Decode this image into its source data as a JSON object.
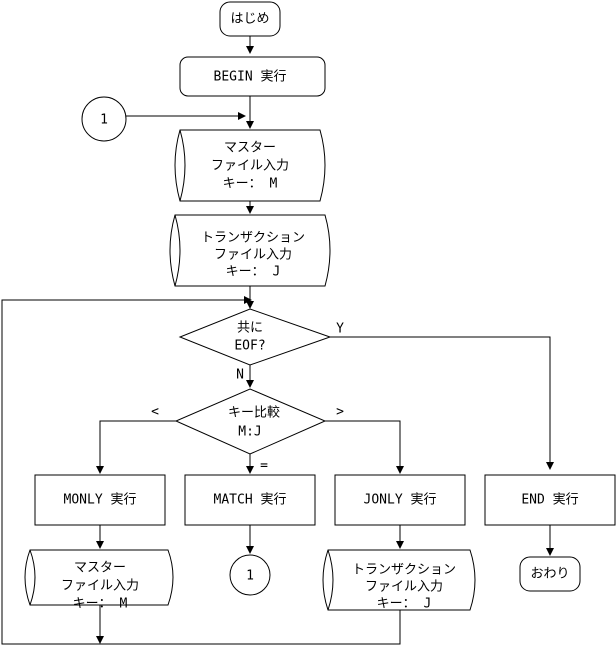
{
  "nodes": {
    "start": "はじめ",
    "begin": "BEGIN 実行",
    "connector_in": "1",
    "master_read_1": [
      "マスター",
      "ファイル入力",
      "キー： M"
    ],
    "trans_read_1": [
      "トランザクション",
      "ファイル入力",
      "キー： J"
    ],
    "eof_decision": [
      "共に",
      "EOF?"
    ],
    "key_compare": [
      "キー比較",
      "M:J"
    ],
    "monly": "MONLY 実行",
    "match": "MATCH 実行",
    "jonly": "JONLY 実行",
    "end_exec": "END 実行",
    "master_read_2": [
      "マスター",
      "ファイル入力",
      "キー： M"
    ],
    "connector_out": "1",
    "trans_read_2": [
      "トランザクション",
      "ファイル入力",
      "キー： J"
    ],
    "finish": "おわり"
  },
  "edge_labels": {
    "eof_yes": "Y",
    "eof_no": "N",
    "less": "<",
    "equal": "=",
    "greater": ">"
  }
}
